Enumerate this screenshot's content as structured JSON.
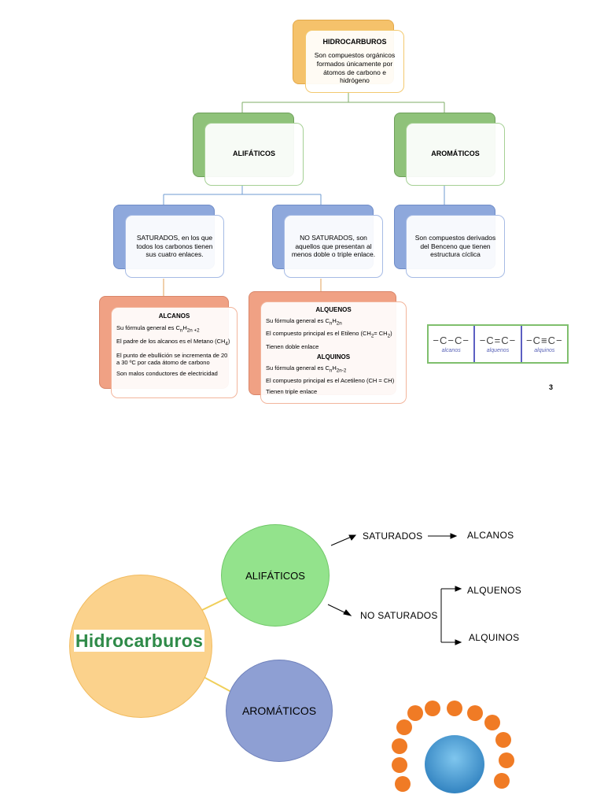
{
  "top_diagram": {
    "root": {
      "title": "HIDROCARBUROS",
      "text": "Son compuestos orgánicos formados únicamente por átomos de carbono e hidrógeno"
    },
    "aliphatic": {
      "title": "ALIFÁTICOS"
    },
    "aromatic": {
      "title": "AROMÁTICOS",
      "desc": "Son compuestos derivados del Benceno que tienen estructura cíclica"
    },
    "saturated": {
      "text": "SATURADOS, en los que todos los carbonos tienen sus cuatro enlaces."
    },
    "unsaturated": {
      "text": "NO SATURADOS, son aquellos que presentan al menos doble o triple enlace."
    },
    "alkanes": {
      "title": "ALCANOS",
      "formula_pre": "Su fórmula general es C",
      "formula_n": "n",
      "formula_h": "H",
      "formula_sub": "2n +2",
      "l2_pre": "El padre de los alcanos es el Metano (CH",
      "l2_sub": "4",
      "l2_post": ")",
      "l3": "El punto de ebullición se incrementa de 20 a 30 ºC por cada átomo de carbono",
      "l4": "Son malos conductores de electricidad"
    },
    "alkenes": {
      "title": "ALQUENOS",
      "formula_pre": "Su fórmula general es C",
      "formula_n": "n",
      "formula_h": "H",
      "formula_sub": "2n",
      "l2_pre": "El compuesto principal es el Etileno (CH",
      "l2_sub1": "2",
      "l2_mid": "= CH",
      "l2_sub2": "2",
      "l2_post": ")",
      "l3": "Tienen doble enlace"
    },
    "alkynes": {
      "title": "ALQUINOS",
      "formula_pre": "Su fórmula general es C",
      "formula_n": "n",
      "formula_h": "H",
      "formula_sub": "2n-2",
      "l2": "El compuesto principal es el Acetileno (CH = CH)",
      "l3": "Tienen triple enlace"
    },
    "bonds": [
      {
        "formula": "−C−C−",
        "name": "alcanos"
      },
      {
        "formula": "−C=C−",
        "name": "alquenos"
      },
      {
        "formula": "−C≡C−",
        "name": "alquinos"
      }
    ],
    "page_number": "3"
  },
  "mind_map": {
    "main": "Hidrocarburos",
    "aliphatic": "ALIFÁTICOS",
    "aromatic": "AROMÁTICOS",
    "saturated": "SATURADOS",
    "unsaturated": "NO SATURADOS",
    "alkanes": "ALCANOS",
    "alkenes": "ALQUENOS",
    "alkynes": "ALQUINOS"
  },
  "colors": {
    "orange": "#f5c26b",
    "green": "#8fc27a",
    "blue": "#8ea8dc",
    "salmon": "#f0a184",
    "logo_green": "#2e8a48",
    "connector_green": "#7fae67",
    "connector_blue": "#6f9bd1",
    "connector_orange": "#e0a25a"
  }
}
